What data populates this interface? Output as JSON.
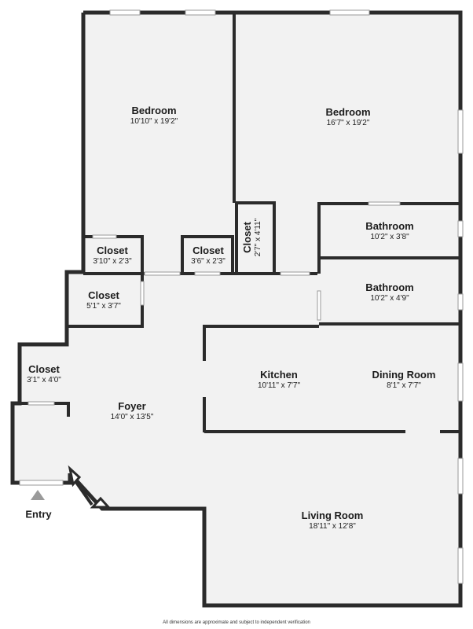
{
  "rooms": {
    "bedroom_left": {
      "name": "Bedroom",
      "dims": "10'10\" x 19'2\""
    },
    "bedroom_right": {
      "name": "Bedroom",
      "dims": "16'7\" x 19'2\""
    },
    "bathroom_upper": {
      "name": "Bathroom",
      "dims": "10'2\" x 3'8\""
    },
    "bathroom_lower": {
      "name": "Bathroom",
      "dims": "10'2\" x 4'9\""
    },
    "closet_a": {
      "name": "Closet",
      "dims": "3'10\" x 2'3\""
    },
    "closet_b": {
      "name": "Closet",
      "dims": "3'6\" x 2'3\""
    },
    "closet_c": {
      "name": "Closet",
      "dims": "2'7\" x 4'11\""
    },
    "closet_d": {
      "name": "Closet",
      "dims": "5'1\" x 3'7\""
    },
    "closet_e": {
      "name": "Closet",
      "dims": "3'1\" x 4'0\""
    },
    "foyer": {
      "name": "Foyer",
      "dims": "14'0\" x 13'5\""
    },
    "kitchen": {
      "name": "Kitchen",
      "dims": "10'11\" x 7'7\""
    },
    "dining_room": {
      "name": "Dining Room",
      "dims": "8'1\" x 7'7\""
    },
    "living_room": {
      "name": "Living Room",
      "dims": "18'11\" x 12'8\""
    }
  },
  "entry_label": "Entry",
  "disclaimer": "All dimensions are approximate and subject to independent verification",
  "colors": {
    "wall": "#2b2b2b",
    "floor": "#f2f2f2",
    "window": "#ffffff",
    "entry_marker": "#9a9a9a"
  }
}
